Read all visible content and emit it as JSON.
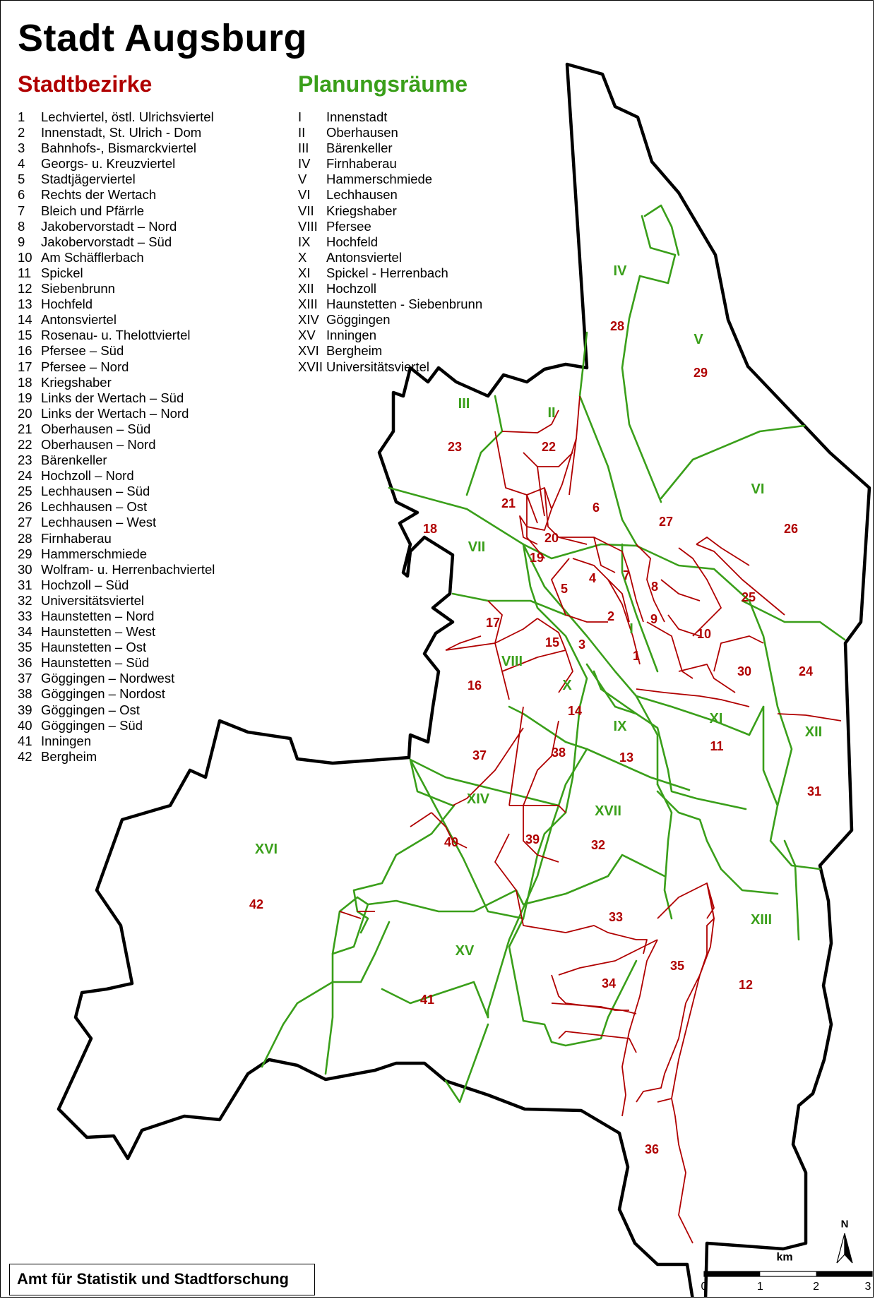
{
  "title": "Stadt Augsburg",
  "legend": {
    "stadtbezirke_heading": "Stadtbezirke",
    "planungsraeume_heading": "Planungsräume",
    "stadtbezirke": [
      {
        "num": "1",
        "name": "Lechviertel, östl. Ulrichsviertel"
      },
      {
        "num": "2",
        "name": "Innenstadt, St. Ulrich - Dom"
      },
      {
        "num": "3",
        "name": "Bahnhofs-, Bismarckviertel"
      },
      {
        "num": "4",
        "name": "Georgs- u. Kreuzviertel"
      },
      {
        "num": "5",
        "name": "Stadtjägerviertel"
      },
      {
        "num": "6",
        "name": "Rechts der Wertach"
      },
      {
        "num": "7",
        "name": "Bleich und Pfärrle"
      },
      {
        "num": "8",
        "name": "Jakobervorstadt – Nord"
      },
      {
        "num": "9",
        "name": "Jakobervorstadt – Süd"
      },
      {
        "num": "10",
        "name": "Am Schäfflerbach"
      },
      {
        "num": "11",
        "name": "Spickel"
      },
      {
        "num": "12",
        "name": "Siebenbrunn"
      },
      {
        "num": "13",
        "name": "Hochfeld"
      },
      {
        "num": "14",
        "name": "Antonsviertel"
      },
      {
        "num": "15",
        "name": "Rosenau- u. Thelottviertel"
      },
      {
        "num": "16",
        "name": "Pfersee – Süd"
      },
      {
        "num": "17",
        "name": "Pfersee – Nord"
      },
      {
        "num": "18",
        "name": "Kriegshaber"
      },
      {
        "num": "19",
        "name": "Links der Wertach – Süd"
      },
      {
        "num": "20",
        "name": "Links der Wertach – Nord"
      },
      {
        "num": "21",
        "name": "Oberhausen – Süd"
      },
      {
        "num": "22",
        "name": "Oberhausen – Nord"
      },
      {
        "num": "23",
        "name": "Bärenkeller"
      },
      {
        "num": "24",
        "name": "Hochzoll – Nord"
      },
      {
        "num": "25",
        "name": "Lechhausen – Süd"
      },
      {
        "num": "26",
        "name": "Lechhausen – Ost"
      },
      {
        "num": "27",
        "name": "Lechhausen – West"
      },
      {
        "num": "28",
        "name": "Firnhaberau"
      },
      {
        "num": "29",
        "name": "Hammerschmiede"
      },
      {
        "num": "30",
        "name": "Wolfram- u. Herrenbachviertel"
      },
      {
        "num": "31",
        "name": "Hochzoll – Süd"
      },
      {
        "num": "32",
        "name": "Universitätsviertel"
      },
      {
        "num": "33",
        "name": "Haunstetten – Nord"
      },
      {
        "num": "34",
        "name": "Haunstetten – West"
      },
      {
        "num": "35",
        "name": "Haunstetten – Ost"
      },
      {
        "num": "36",
        "name": "Haunstetten – Süd"
      },
      {
        "num": "37",
        "name": "Göggingen – Nordwest"
      },
      {
        "num": "38",
        "name": "Göggingen – Nordost"
      },
      {
        "num": "39",
        "name": "Göggingen – Ost"
      },
      {
        "num": "40",
        "name": "Göggingen – Süd"
      },
      {
        "num": "41",
        "name": "Inningen"
      },
      {
        "num": "42",
        "name": "Bergheim"
      }
    ],
    "planungsraeume": [
      {
        "num": "I",
        "name": "Innenstadt"
      },
      {
        "num": "II",
        "name": "Oberhausen"
      },
      {
        "num": "III",
        "name": "Bärenkeller"
      },
      {
        "num": "IV",
        "name": "Firnhaberau"
      },
      {
        "num": "V",
        "name": "Hammerschmiede"
      },
      {
        "num": "VI",
        "name": "Lechhausen"
      },
      {
        "num": "VII",
        "name": "Kriegshaber"
      },
      {
        "num": "VIII",
        "name": "Pfersee"
      },
      {
        "num": "IX",
        "name": "Hochfeld"
      },
      {
        "num": "X",
        "name": "Antonsviertel"
      },
      {
        "num": "XI",
        "name": "Spickel - Herrenbach"
      },
      {
        "num": "XII",
        "name": "Hochzoll"
      },
      {
        "num": "XIII",
        "name": "Haunstetten - Siebenbrunn"
      },
      {
        "num": "XIV",
        "name": "Göggingen"
      },
      {
        "num": "XV",
        "name": "Inningen"
      },
      {
        "num": "XVI",
        "name": "Bergheim"
      },
      {
        "num": "XVII",
        "name": "Universitätsviertel"
      }
    ]
  },
  "map": {
    "district_labels": [
      "1",
      "2",
      "3",
      "4",
      "5",
      "6",
      "7",
      "8",
      "9",
      "10",
      "11",
      "12",
      "13",
      "14",
      "15",
      "16",
      "17",
      "18",
      "19",
      "20",
      "21",
      "22",
      "23",
      "24",
      "25",
      "26",
      "27",
      "28",
      "29",
      "30",
      "31",
      "32",
      "33",
      "34",
      "35",
      "36",
      "37",
      "38",
      "39",
      "40",
      "41",
      "42"
    ],
    "area_labels": [
      "I",
      "II",
      "III",
      "IV",
      "V",
      "VI",
      "VII",
      "VIII",
      "IX",
      "X",
      "XI",
      "XII",
      "XIII",
      "XIV",
      "XV",
      "XVI",
      "XVII"
    ],
    "colors": {
      "city_boundary": "#000000",
      "planungsraum_boundary": "#3a9f1a",
      "stadtbezirk_boundary": "#b00000",
      "district_label": "#b00000",
      "area_label": "#3a9f1a"
    }
  },
  "north_arrow": {
    "label": "N"
  },
  "scale_bar": {
    "unit": "km",
    "ticks": [
      "0",
      "1",
      "2",
      "3"
    ]
  },
  "credit": "Amt für Statistik und Stadtforschung"
}
